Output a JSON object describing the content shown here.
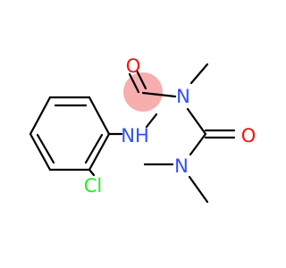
{
  "atoms": {
    "o1": {
      "text": "O",
      "color": "#FF0D0D"
    },
    "n1": {
      "text": "NH",
      "color": "#3050F8"
    },
    "n2": {
      "text": "N",
      "color": "#3050F8"
    },
    "o2": {
      "text": "O",
      "color": "#FF0D0D"
    },
    "n3": {
      "text": "N",
      "color": "#3050F8"
    },
    "cl": {
      "text": "Cl",
      "color": "#1FF01F"
    }
  },
  "colors": {
    "bond": "#000000",
    "highlight": "#F4A0A0"
  }
}
